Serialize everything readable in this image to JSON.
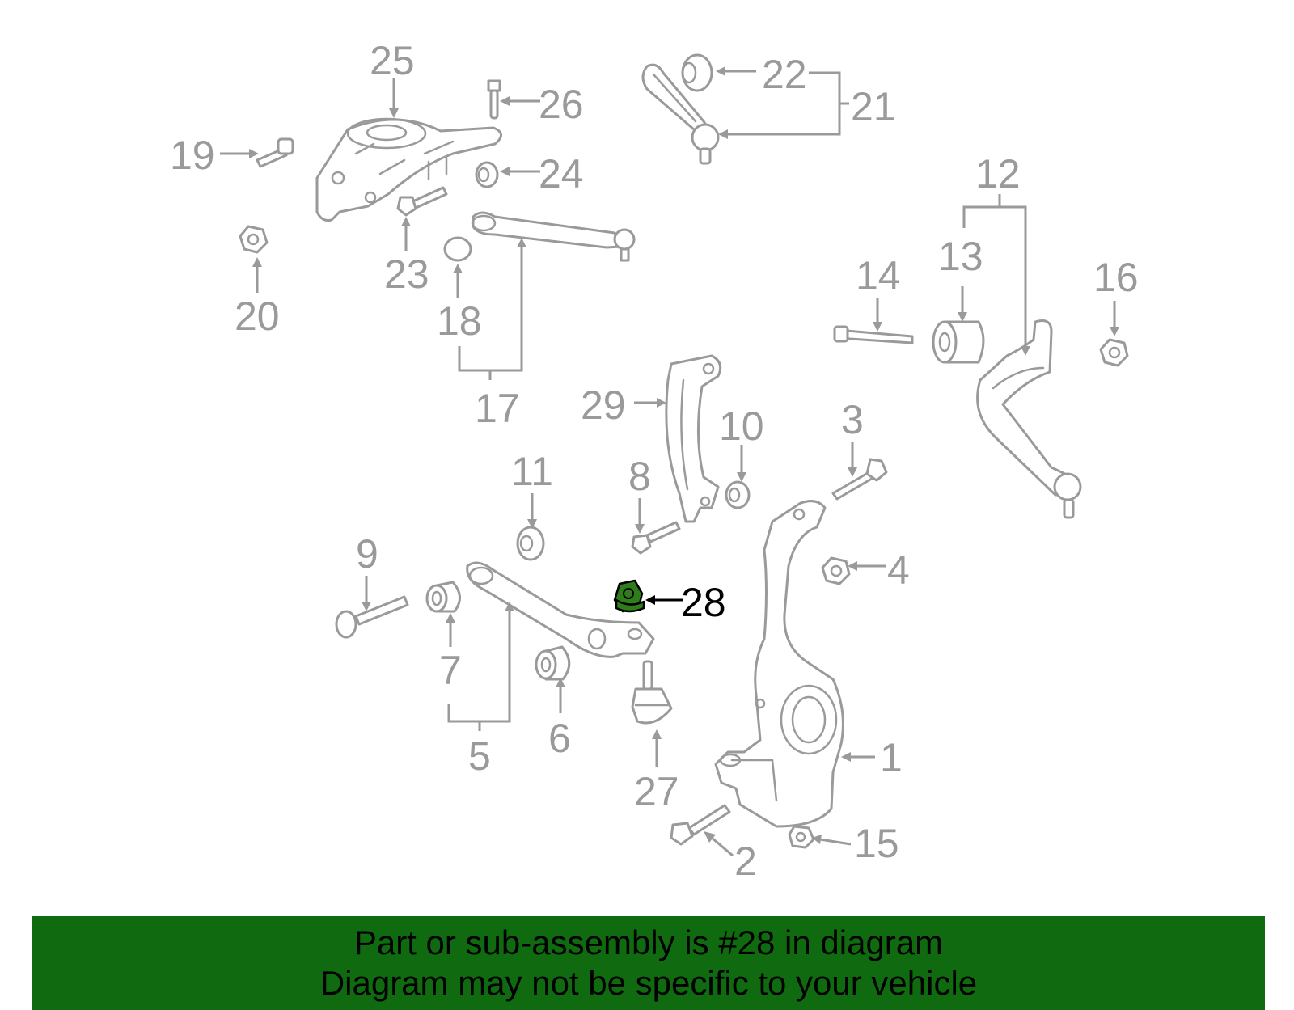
{
  "highlight_color": "#106a10",
  "highlighted_part": "28",
  "callouts": {
    "c1": "1",
    "c2": "2",
    "c3": "3",
    "c4": "4",
    "c5": "5",
    "c6": "6",
    "c7": "7",
    "c8": "8",
    "c9": "9",
    "c10": "10",
    "c11": "11",
    "c12": "12",
    "c13": "13",
    "c14": "14",
    "c15": "15",
    "c16": "16",
    "c17": "17",
    "c18": "18",
    "c19": "19",
    "c20": "20",
    "c21": "21",
    "c22": "22",
    "c23": "23",
    "c24": "24",
    "c25": "25",
    "c26": "26",
    "c27": "27",
    "c28": "28",
    "c29": "29"
  },
  "banner": {
    "line1": "Part or sub-assembly is #28 in diagram",
    "line2": "Diagram may not be specific to your vehicle"
  }
}
